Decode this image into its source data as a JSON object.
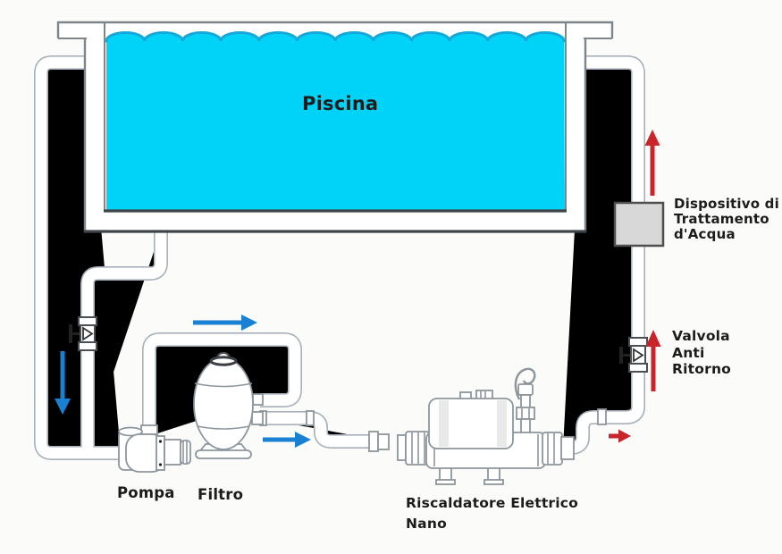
{
  "colors": {
    "background": "#fbfbfa",
    "water": "#00d3f7",
    "waveLine": "#17a8da",
    "arrowBlue": "#1a80d2",
    "arrowRed": "#c9242a",
    "pipeLine": "#a7b0b8",
    "deviceLine": "#8d959c",
    "tankLine": "#7e868c",
    "tankDark": "#3f4449",
    "boxFill": "#d8d8d8",
    "boxLine": "#4f4f4f",
    "text": "#1c1c1c"
  },
  "labels": {
    "pool": "Piscina",
    "pump": "Pompa",
    "filter": "Filtro",
    "heater": "Riscaldatore Elettrico\nNano",
    "check_valve": "Valvola\nAnti\nRitorno",
    "treatment_device": "Dispositivo di\nTrattamento\nd'Acqua"
  },
  "arrows": [
    {
      "color": "blue",
      "direction": "down",
      "location": "drain pipe to pump"
    },
    {
      "color": "blue",
      "direction": "right",
      "location": "above pump-to-filter loop"
    },
    {
      "color": "blue",
      "direction": "right",
      "location": "filter outlet to heater"
    },
    {
      "color": "red",
      "direction": "right",
      "location": "heater outlet to riser"
    },
    {
      "color": "red",
      "direction": "up",
      "location": "through check valve"
    },
    {
      "color": "red",
      "direction": "up",
      "location": "above treatment device"
    }
  ]
}
